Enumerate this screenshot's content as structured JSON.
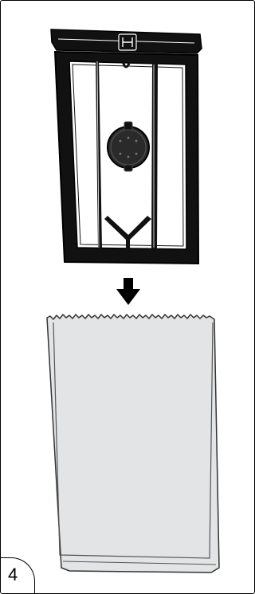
{
  "step": {
    "number": "4"
  },
  "colors": {
    "frame": "#1a1a1a",
    "filter_fill": "#e3e4e6",
    "filter_edge": "#444444",
    "arrow": "#000000"
  },
  "icons": {
    "holder": "filter-holder-frame",
    "arrow": "down-arrow-icon",
    "filter": "filter-bag"
  }
}
